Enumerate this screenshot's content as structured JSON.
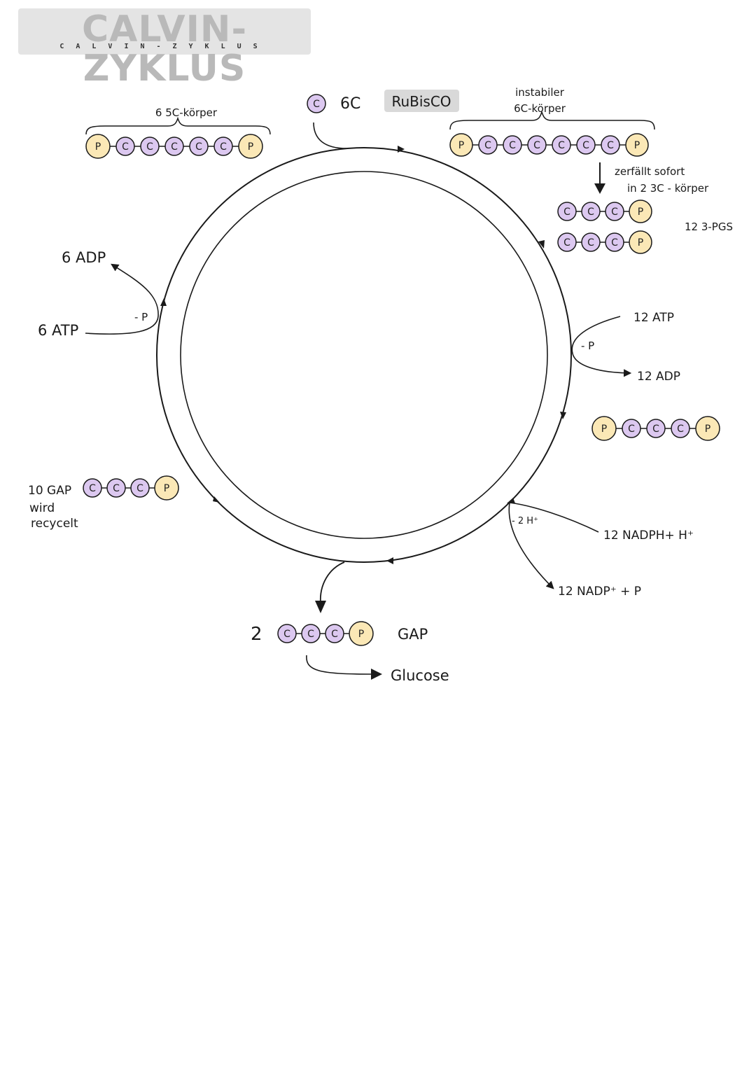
{
  "title": {
    "main": "CALVIN-ZYKLUS",
    "sub": "CALVIN-ZYKLUS"
  },
  "colors": {
    "carbon": "#dcc8f0",
    "phosphate": "#fbe8b6",
    "title_box": "#e4e4e4",
    "enzyme_box": "#d9d9d9",
    "stroke": "#1a1a1a"
  },
  "atoms": {
    "carbon": "C",
    "phosphate": "P"
  },
  "labels": {
    "co2_atom": "C",
    "co2_count": "6C",
    "enzyme": "RuBisCO",
    "unstable_line1": "instabiler",
    "unstable_line2": "6C-körper",
    "ribulose": "6  5C-körper",
    "decay_line1": "zerfällt sofort",
    "decay_line2": "in  2  3C - körper",
    "pgs": "12  3-PGS",
    "atp_in_right": "12  ATP",
    "minus_p_right": "- P",
    "adp_out_right": "12  ADP",
    "nadph": "12  NADPH+ H⁺",
    "minus_2h": "- 2 H⁺",
    "nadp": "12 NADP⁺  + P",
    "gap_count": "2",
    "gap": "GAP",
    "glucose": "Glucose",
    "recycled_line1": "10 GAP",
    "recycled_line2": "wird",
    "recycled_line3": "recycelt",
    "atp_in_left": "6 ATP",
    "minus_p_left": "- P",
    "adp_out_left": "6 ADP"
  },
  "molecules": {
    "ribulose_bisphosphate": [
      "P",
      "C",
      "C",
      "C",
      "C",
      "C",
      "P"
    ],
    "unstable_6c": [
      "P",
      "C",
      "C",
      "C",
      "C",
      "C",
      "C",
      "P"
    ],
    "pgs_a": [
      "C",
      "C",
      "C",
      "P"
    ],
    "pgs_b": [
      "C",
      "C",
      "C",
      "P"
    ],
    "bisphosphoglycerate": [
      "P",
      "C",
      "C",
      "C",
      "P"
    ],
    "gap_out": [
      "C",
      "C",
      "C",
      "P"
    ],
    "gap_recycled": [
      "C",
      "C",
      "C",
      "P"
    ]
  }
}
